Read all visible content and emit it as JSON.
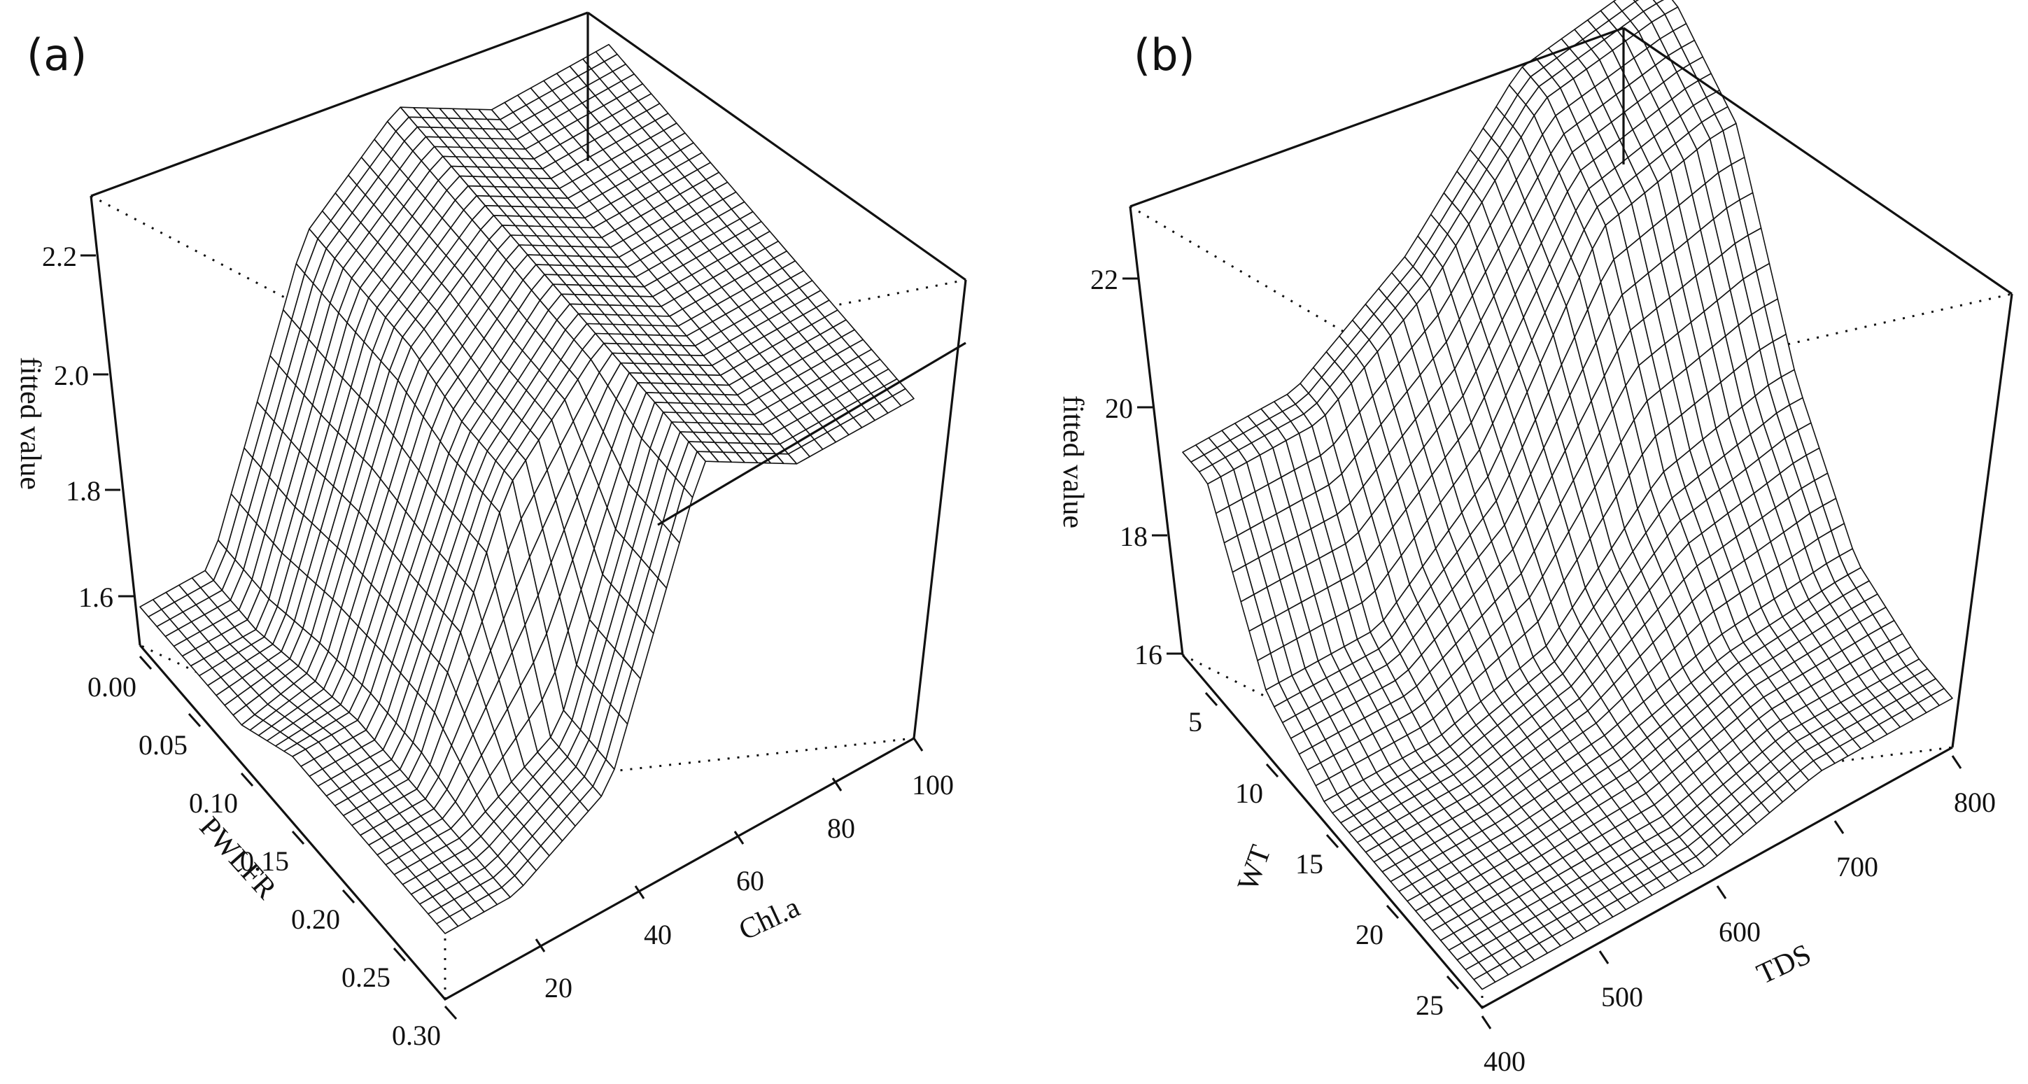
{
  "chart_data": [
    {
      "type": "surface",
      "panel_label": "(a)",
      "title": "",
      "xlabel": "PWLFR",
      "ylabel": "Chl.a",
      "zlabel": "fitted value",
      "x_ticks": [
        "0.00",
        "0.05",
        "0.10",
        "0.15",
        "0.20",
        "0.25",
        "0.30"
      ],
      "y_ticks": [
        "20",
        "40",
        "60",
        "80",
        "100"
      ],
      "z_ticks": [
        "1.6",
        "1.8",
        "2.0",
        "2.2"
      ],
      "xlim": [
        0,
        0.3
      ],
      "ylim": [
        5,
        105
      ],
      "zlim": [
        1.5,
        2.32
      ],
      "surface": {
        "x": [
          0.0,
          0.05,
          0.1,
          0.15,
          0.2,
          0.25,
          0.3
        ],
        "y": [
          5,
          20,
          40,
          60,
          80,
          100
        ],
        "z_grid": [
          [
            1.57,
            1.57,
            2.08,
            2.22,
            2.12,
            2.12
          ],
          [
            1.57,
            1.57,
            2.08,
            2.22,
            2.12,
            2.12
          ],
          [
            1.57,
            1.6,
            2.08,
            2.22,
            2.12,
            2.12
          ],
          [
            1.62,
            1.62,
            2.05,
            2.22,
            2.12,
            2.12
          ],
          [
            1.62,
            1.62,
            2.05,
            2.22,
            2.12,
            2.12
          ],
          [
            1.62,
            1.62,
            1.72,
            2.22,
            2.12,
            2.12
          ],
          [
            1.62,
            1.62,
            1.72,
            2.22,
            2.12,
            2.12
          ]
        ]
      },
      "grid_lines": false,
      "legend": "none"
    },
    {
      "type": "surface",
      "panel_label": "(b)",
      "title": "",
      "xlabel": "WT",
      "ylabel": "TDS",
      "zlabel": "fitted value",
      "x_ticks": [
        "5",
        "10",
        "15",
        "20",
        "25"
      ],
      "y_ticks": [
        "400",
        "500",
        "600",
        "700",
        "800"
      ],
      "z_ticks": [
        "16",
        "18",
        "20",
        "22"
      ],
      "xlim": [
        3,
        28
      ],
      "ylim": [
        400,
        820
      ],
      "zlim": [
        16,
        23.3
      ],
      "surface": {
        "x": [
          3,
          5,
          10,
          15,
          20,
          25,
          28
        ],
        "y": [
          400,
          500,
          600,
          700,
          800,
          820
        ],
        "z_grid": [
          [
            19.3,
            19.3,
            20.5,
            22.5,
            22.8,
            22.8
          ],
          [
            19.3,
            19.3,
            20.5,
            22.5,
            22.8,
            22.8
          ],
          [
            17.0,
            17.0,
            18.5,
            21.5,
            22.0,
            22.0
          ],
          [
            16.3,
            16.3,
            16.8,
            18.5,
            19.0,
            19.0
          ],
          [
            16.3,
            16.3,
            16.5,
            17.0,
            17.2,
            17.2
          ],
          [
            16.3,
            16.3,
            16.3,
            16.8,
            16.8,
            16.8
          ],
          [
            16.3,
            16.3,
            16.3,
            16.8,
            16.8,
            16.8
          ]
        ]
      },
      "grid_lines": false,
      "legend": "none"
    }
  ]
}
